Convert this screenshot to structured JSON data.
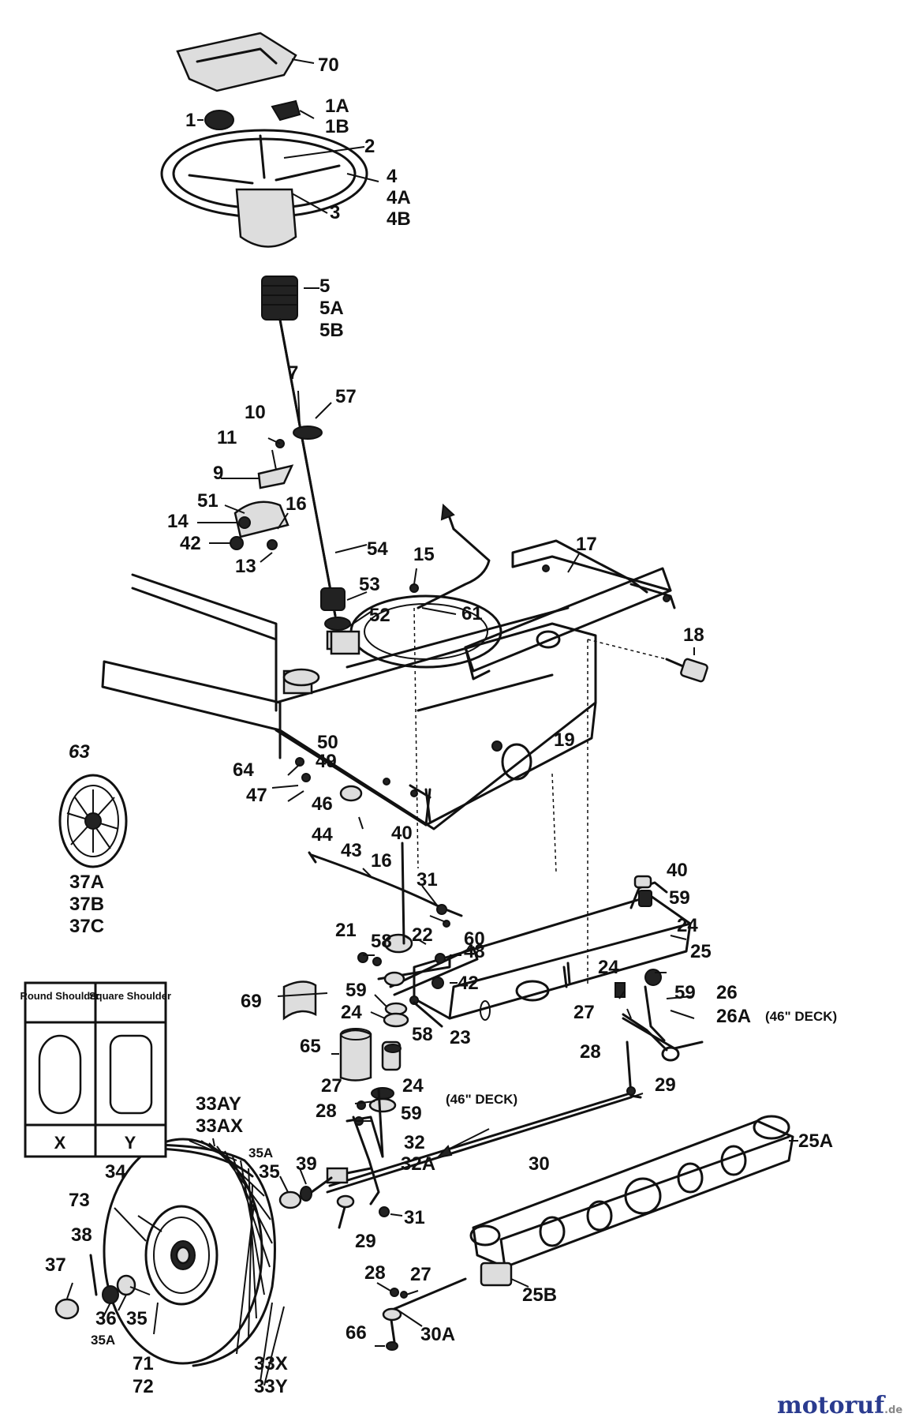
{
  "diagram": {
    "callouts": [
      "70",
      "1",
      "1A",
      "1B",
      "2",
      "4",
      "4A",
      "4B",
      "3",
      "5",
      "5A",
      "5B",
      "7",
      "57",
      "10",
      "11",
      "9",
      "51",
      "16",
      "14",
      "42",
      "54",
      "15",
      "17",
      "13",
      "53",
      "52",
      "61",
      "18",
      "19",
      "50",
      "64",
      "49",
      "47",
      "46",
      "44",
      "43",
      "40",
      "16",
      "31",
      "40",
      "59",
      "60",
      "24",
      "21",
      "58",
      "22",
      "48",
      "25",
      "42",
      "24",
      "69",
      "59",
      "26",
      "59",
      "26A",
      "(46\" DECK)",
      "27",
      "24",
      "58",
      "23",
      "28",
      "65",
      "29",
      "27",
      "24",
      "(46\" DECK)",
      "28",
      "59",
      "33AY",
      "33AX",
      "32",
      "35A",
      "39",
      "32A",
      "30",
      "25A",
      "34",
      "35",
      "73",
      "31",
      "38",
      "29",
      "37",
      "28",
      "27",
      "36",
      "35",
      "35A",
      "25B",
      "66",
      "30A",
      "71",
      "72",
      "33X",
      "33Y",
      "63",
      "37A",
      "37B",
      "37C"
    ]
  },
  "legend": {
    "col1_title": "Round Shoulder",
    "col2_title": "Square Shoulder",
    "col1_code": "X",
    "col2_code": "Y"
  },
  "watermark": {
    "brand_main": "motoruf",
    "brand_suffix": ".de"
  }
}
